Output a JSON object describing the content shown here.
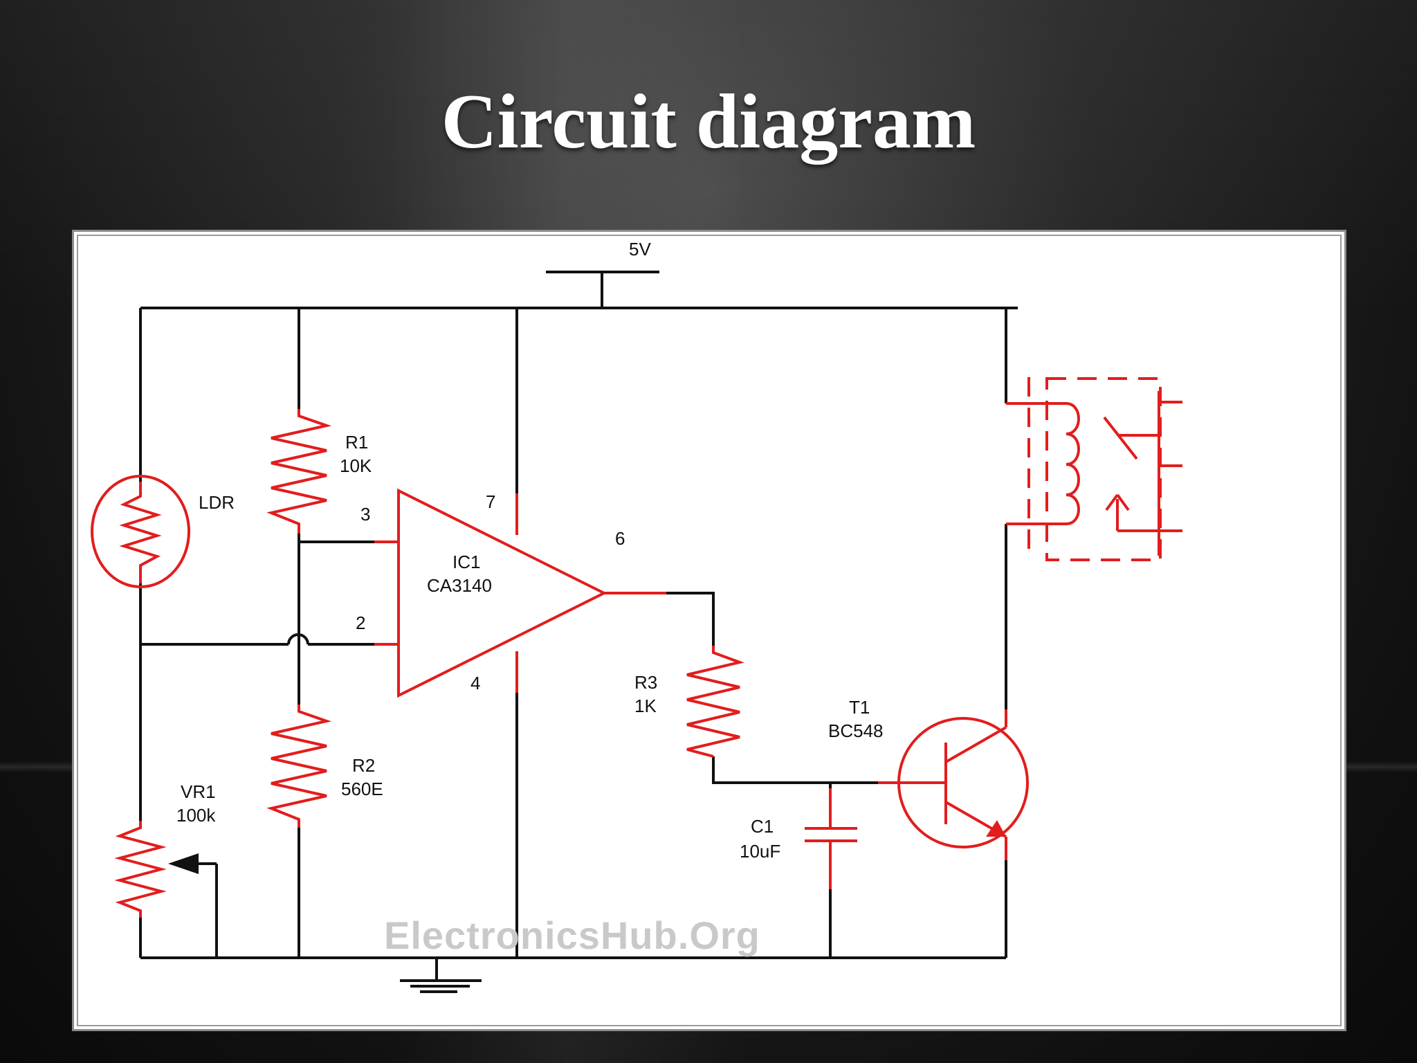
{
  "slide": {
    "title": "Circuit diagram"
  },
  "diagram": {
    "supply_label": "5V",
    "watermark": "ElectronicsHub.Org",
    "components": {
      "r1": {
        "ref": "R1",
        "value": "10K"
      },
      "r2": {
        "ref": "R2",
        "value": "560E"
      },
      "r3": {
        "ref": "R3",
        "value": "1K"
      },
      "vr1": {
        "ref": "VR1",
        "value": "100k"
      },
      "ldr": {
        "ref": "LDR"
      },
      "ic1": {
        "ref": "IC1",
        "value": "CA3140"
      },
      "t1": {
        "ref": "T1",
        "value": "BC548"
      },
      "c1": {
        "ref": "C1",
        "value": "10uF"
      }
    },
    "pins": {
      "p3": "3",
      "p2": "2",
      "p7": "7",
      "p4": "4",
      "p6": "6"
    },
    "colors": {
      "component": "#e21d1d",
      "wire": "#111111",
      "background": "#ffffff"
    }
  }
}
